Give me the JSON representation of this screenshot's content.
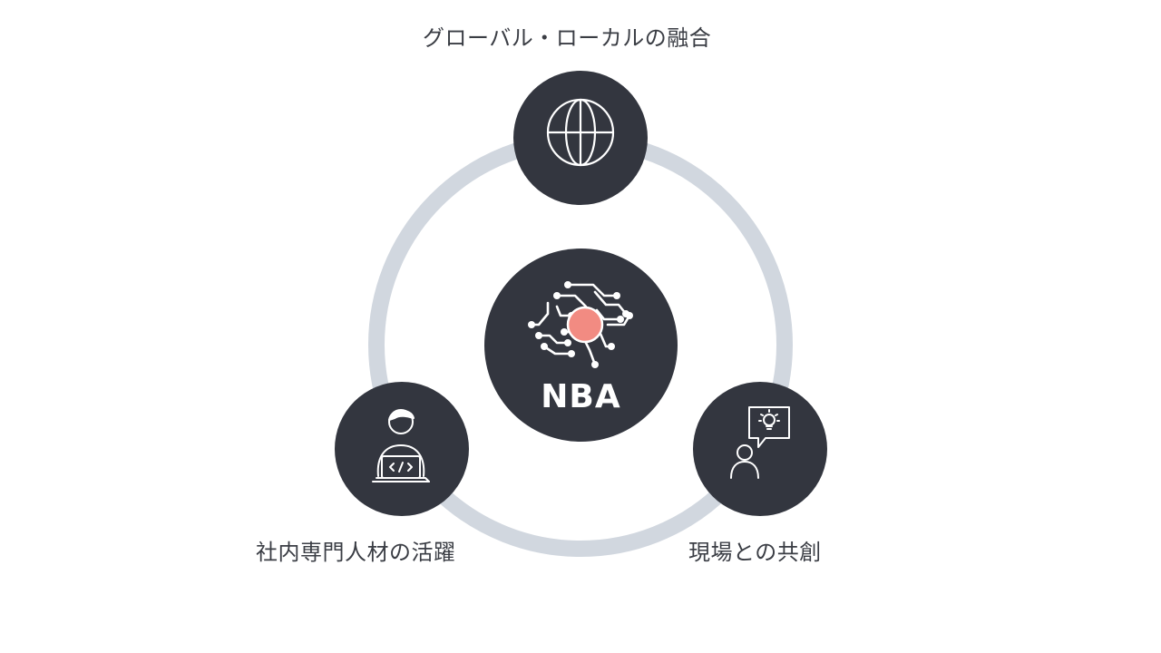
{
  "center": {
    "label": "NBA",
    "icon": "brain-circuit-icon",
    "accent_color": "#f28b82"
  },
  "nodes": {
    "top": {
      "label": "グローバル・ローカルの融合",
      "icon": "globe-icon"
    },
    "left": {
      "label": "社内専門人材の活躍",
      "icon": "developer-laptop-icon"
    },
    "right": {
      "label": "現場との共創",
      "icon": "person-idea-icon"
    }
  },
  "colors": {
    "node": "#33363f",
    "ring": "#d1d7df",
    "text": "#3a3d44",
    "icon": "#ffffff"
  }
}
